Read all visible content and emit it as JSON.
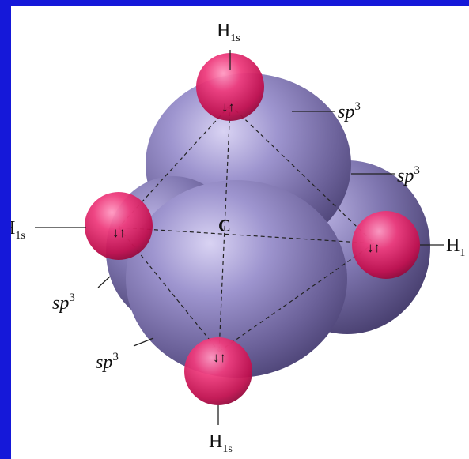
{
  "colors": {
    "page_border": "#1518d9",
    "orbital_lobe": "#7a70a8",
    "hydrogen_sphere": "#e21b63",
    "line": "#222222"
  },
  "center_atom": {
    "symbol": "C"
  },
  "hydrogens": [
    {
      "id": "top",
      "label_main": "H",
      "label_sub": "1s",
      "electron_pair": "↓↑"
    },
    {
      "id": "left",
      "label_main": "H",
      "label_sub": "1s",
      "electron_pair": "↓↑"
    },
    {
      "id": "right",
      "label_main": "H",
      "label_sub": "1",
      "electron_pair": "↓↑"
    },
    {
      "id": "bottom",
      "label_main": "H",
      "label_sub": "1s",
      "electron_pair": "↓↑"
    }
  ],
  "orbitals": [
    {
      "id": "upper-right",
      "label_main": "sp",
      "label_sup": "3"
    },
    {
      "id": "right",
      "label_main": "sp",
      "label_sup": "3"
    },
    {
      "id": "left",
      "label_main": "sp",
      "label_sup": "3"
    },
    {
      "id": "lower-left",
      "label_main": "sp",
      "label_sup": "3"
    }
  ]
}
